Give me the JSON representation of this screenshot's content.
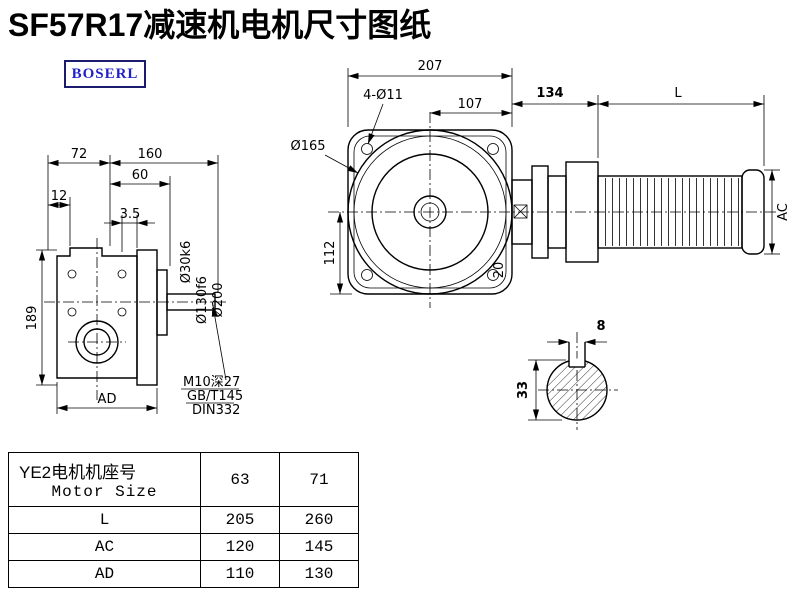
{
  "title": "SF57R17减速机电机尺寸图纸",
  "logo": {
    "text": "BOSERL",
    "text_color": "#2222cc",
    "border_color": "#1c1c6e"
  },
  "left_view": {
    "d72": "72",
    "d160": "160",
    "d60": "60",
    "d12": "12",
    "d3_5": "3.5",
    "d189": "189",
    "dAD": "AD",
    "shaft_dia": "Ø30k6",
    "spigot_dia": "Ø130f6",
    "flange_dia": "Ø200",
    "note_tap": "M10深27",
    "note_std1": "GB/T145",
    "note_std2": "DIN332"
  },
  "front_view": {
    "d207": "207",
    "holes": "4-Ø11",
    "d107": "107",
    "d134": "134",
    "dL": "L",
    "dia165": "Ø165",
    "d112": "112",
    "d20": "20",
    "dAC": "AC"
  },
  "key_section": {
    "d8": "8",
    "d33": "33"
  },
  "table": {
    "header_label_cn": "YE2电机机座号",
    "header_label_en": "Motor Size",
    "sizes": [
      "63",
      "71"
    ],
    "rows": [
      {
        "label": "L",
        "values": [
          "205",
          "260"
        ]
      },
      {
        "label": "AC",
        "values": [
          "120",
          "145"
        ]
      },
      {
        "label": "AD",
        "values": [
          "110",
          "130"
        ]
      }
    ]
  }
}
